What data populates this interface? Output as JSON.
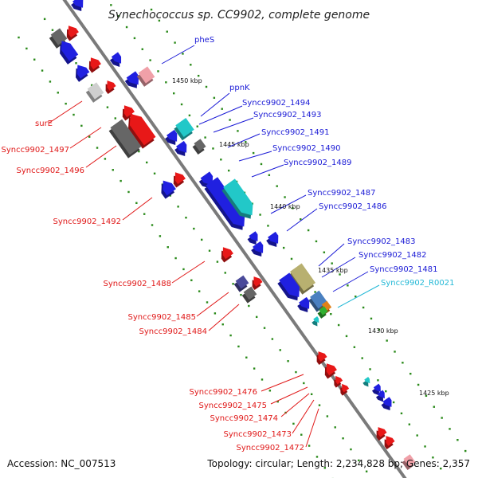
{
  "title": "Synechococcus sp. CC9902, complete genome",
  "footer": {
    "accession": "Accession: NC_007513",
    "summary": "Topology: circular; Length: 2,234,828 bp; Genes: 2,357"
  },
  "colors": {
    "backbone": "#7a7a7a",
    "forward_label": "#1a1ad6",
    "reverse_label": "#e01818",
    "rna_label": "#22b8d6",
    "tick": "#2a8a1a"
  },
  "kbp_markers": [
    "1450 kbp",
    "1445 kbp",
    "1440 kbp",
    "1435 kbp",
    "1430 kbp",
    "1425 kbp"
  ],
  "forward_labels": [
    "pheS",
    "ppnK",
    "Syncc9902_1494",
    "Syncc9902_1493",
    "Syncc9902_1491",
    "Syncc9902_1490",
    "Syncc9902_1489",
    "Syncc9902_1487",
    "Syncc9902_1486",
    "Syncc9902_1483",
    "Syncc9902_1482",
    "Syncc9902_1481"
  ],
  "rna_labels": [
    "Syncc9902_R0021"
  ],
  "reverse_labels": [
    "surE",
    "Syncc9902_1497",
    "Syncc9902_1496",
    "Syncc9902_1492",
    "Syncc9902_1488",
    "Syncc9902_1485",
    "Syncc9902_1484",
    "Syncc9902_1476",
    "Syncc9902_1475",
    "Syncc9902_1474",
    "Syncc9902_1473",
    "Syncc9902_1472"
  ]
}
